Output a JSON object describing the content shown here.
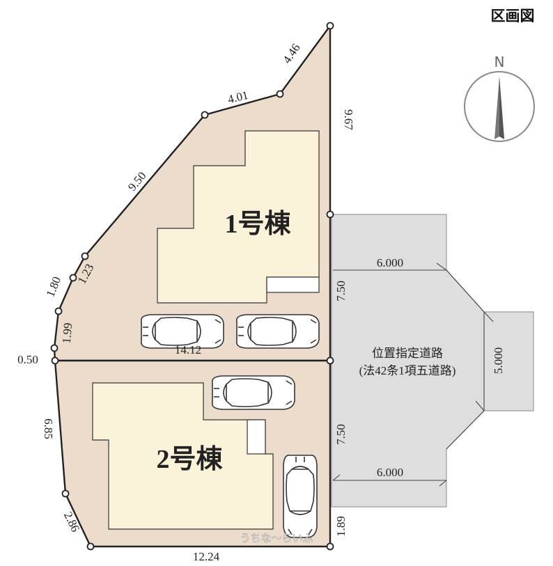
{
  "title": "区画図",
  "compass": {
    "label": "N"
  },
  "lots": [
    {
      "label": "1号棟"
    },
    {
      "label": "2号棟"
    }
  ],
  "road": {
    "name_line1": "位置指定道路",
    "name_line2": "(法42条1項五道路)"
  },
  "dimensions": {
    "d_446": "4.46",
    "d_401": "4.01",
    "d_967": "9.67",
    "d_950": "9.50",
    "d_123": "1.23",
    "d_180": "1.80",
    "d_199": "1.99",
    "d_1412": "14.12",
    "d_050": "0.50",
    "d_750_top": "7.50",
    "d_6000_top": "6.000",
    "d_5000": "5.000",
    "d_685": "6.85",
    "d_750_bottom": "7.50",
    "d_6000_bottom": "6.000",
    "d_286": "2.86",
    "d_189": "1.89",
    "d_1224": "12.24"
  },
  "watermark": "うちな〜らいふ",
  "colors": {
    "lot": "#ecdccc",
    "building": "#fbf3d9",
    "road": "#dedede",
    "line": "#222222"
  }
}
